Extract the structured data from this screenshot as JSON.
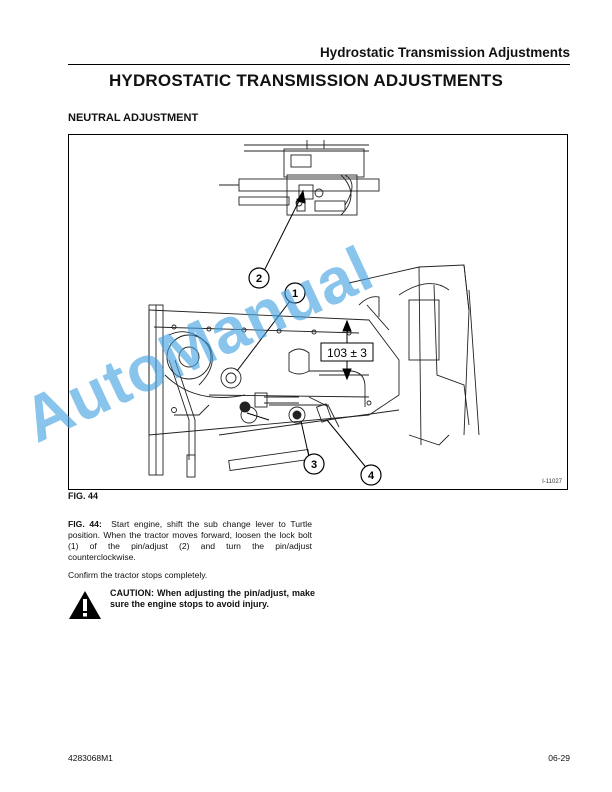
{
  "header": {
    "running_title": "Hydrostatic Transmission Adjustments"
  },
  "page_title": "HYDROSTATIC TRANSMISSION ADJUSTMENTS",
  "section_title": "NEUTRAL ADJUSTMENT",
  "figure": {
    "callouts": [
      "1",
      "2",
      "3",
      "4"
    ],
    "dimension": "103 ± 3",
    "image_code": "I-11027",
    "label": "FIG. 44"
  },
  "body": {
    "p1_ref": "FIG. 44:",
    "p1_text": "Start engine, shift the sub change lever to Turtle position. When the tractor moves forward, loosen the lock bolt (1) of the pin/adjust (2) and turn the pin/adjust counterclockwise.",
    "p2": "Confirm the tractor stops completely."
  },
  "caution": {
    "text": "CAUTION: When adjusting the pin/adjust, make sure the engine stops to avoid injury.",
    "icon": "warning-triangle-icon"
  },
  "watermark": "AutoManual",
  "footer": {
    "part_number": "4283068M1",
    "page_number": "06-29"
  },
  "colors": {
    "watermark": "#40a0e1",
    "text": "#111111"
  }
}
